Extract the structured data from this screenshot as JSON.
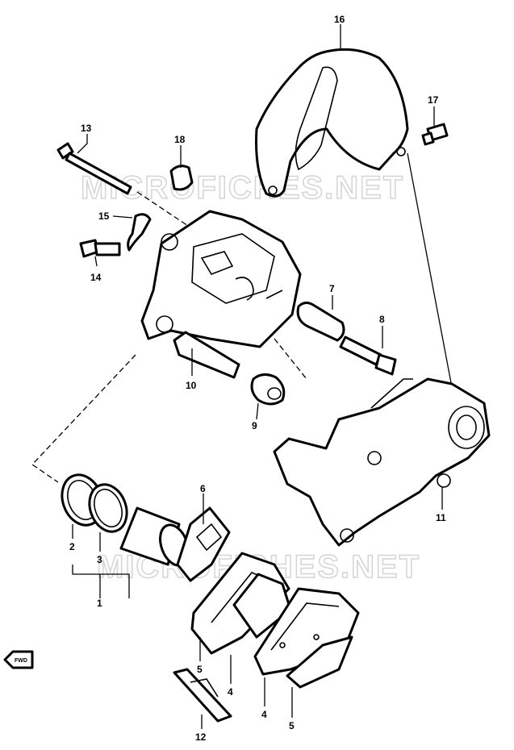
{
  "watermark": {
    "line1": "MICROFICHES.NET",
    "line2": "MICROFICHES.NET"
  },
  "direction_badge": {
    "text": "FWD",
    "icon": "fwd-arrow-icon"
  },
  "callouts": {
    "c1": "1",
    "c2": "2",
    "c3": "3",
    "c4a": "4",
    "c4b": "4",
    "c5a": "5",
    "c5b": "5",
    "c6": "6",
    "c7": "7",
    "c8": "8",
    "c9": "9",
    "c10": "10",
    "c11": "11",
    "c12": "12",
    "c13": "13",
    "c14": "14",
    "c15": "15",
    "c16": "16",
    "c17": "17",
    "c18": "18"
  }
}
